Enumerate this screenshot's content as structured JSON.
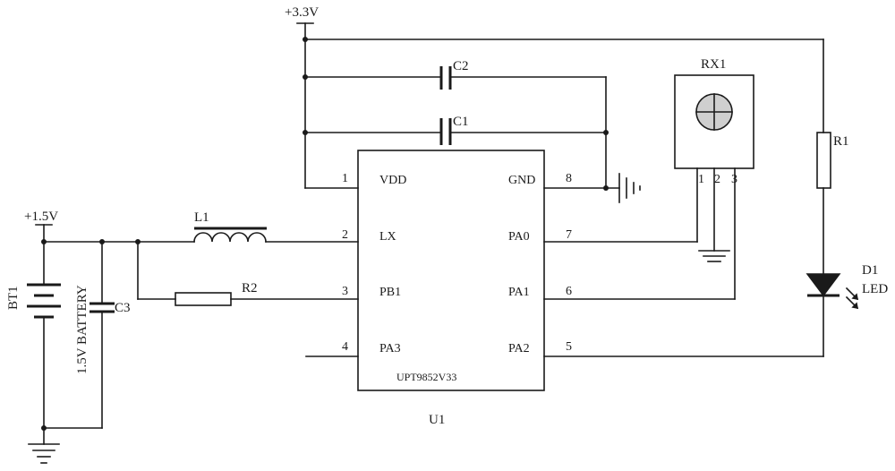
{
  "supply": {
    "v33": "+3.3V",
    "v15": "+1.5V"
  },
  "battery": {
    "ref": "BT1",
    "desc": "1.5V BATTERY"
  },
  "capacitors": {
    "c1": "C1",
    "c2": "C2",
    "c3": "C3"
  },
  "inductor": {
    "ref": "L1"
  },
  "resistors": {
    "r1": "R1",
    "r2": "R2"
  },
  "receiver": {
    "ref": "RX1",
    "pins": [
      "1",
      "2",
      "3"
    ]
  },
  "led": {
    "ref": "D1",
    "type": "LED"
  },
  "ic": {
    "ref": "U1",
    "part": "UPT9852V33",
    "left_pins": [
      {
        "num": "1",
        "name": "VDD"
      },
      {
        "num": "2",
        "name": "LX"
      },
      {
        "num": "3",
        "name": "PB1"
      },
      {
        "num": "4",
        "name": "PA3"
      }
    ],
    "right_pins": [
      {
        "num": "8",
        "name": "GND"
      },
      {
        "num": "7",
        "name": "PA0"
      },
      {
        "num": "6",
        "name": "PA1"
      },
      {
        "num": "5",
        "name": "PA2"
      }
    ]
  },
  "colors": {
    "wire": "#1a1a1a",
    "receiver_dome": "#cfcfcf"
  }
}
